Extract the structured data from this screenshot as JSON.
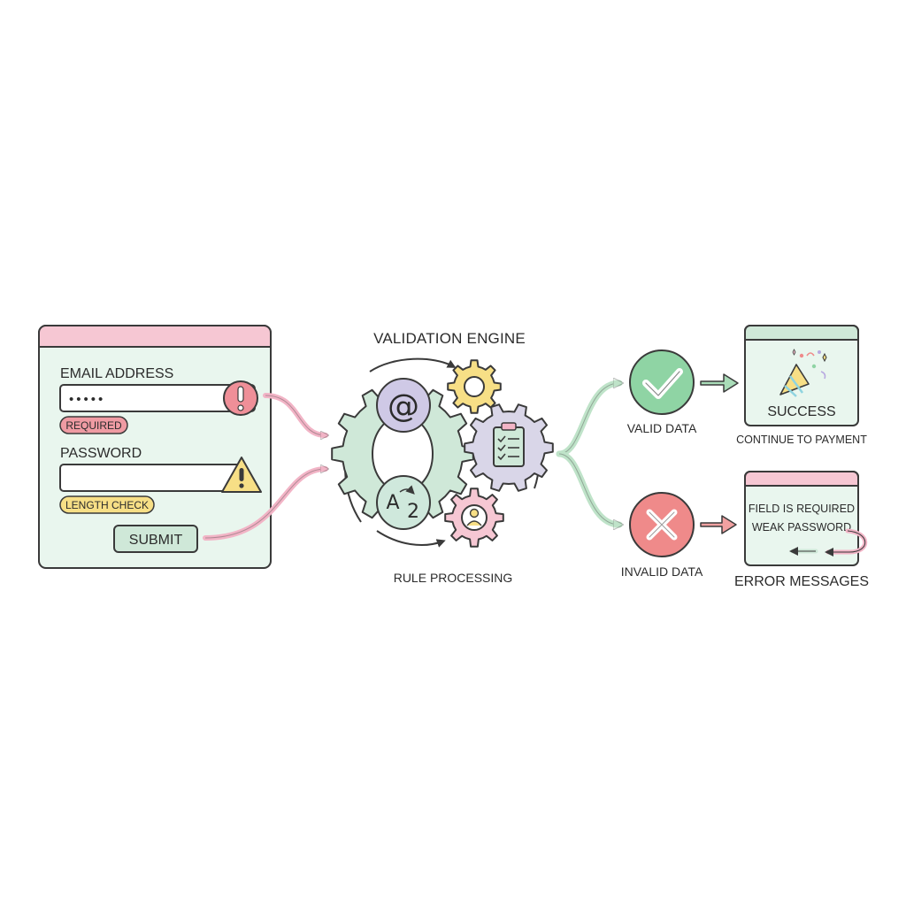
{
  "form": {
    "email_label": "EMAIL ADDRESS",
    "email_value": "•••••",
    "required_badge": "REQUIRED",
    "password_label": "PASSWORD",
    "password_value": "",
    "length_badge": "LENGTH CHECK",
    "submit_label": "SUBMIT"
  },
  "engine": {
    "title": "VALIDATION ENGINE",
    "subtitle": "RULE PROCESSING",
    "at_glyph": "@",
    "az_glyph_a": "A",
    "az_glyph_2": "2"
  },
  "outcomes": {
    "valid_label": "VALID DATA",
    "invalid_label": "INVALID DATA"
  },
  "success": {
    "title": "SUCCESS",
    "caption": "CONTINUE TO PAYMENT"
  },
  "errors": {
    "line1": "FIELD IS REQUIRED",
    "line2": "WEAK PASSWORD",
    "caption": "ERROR MESSAGES"
  },
  "icons": {
    "error": "exclamation-icon",
    "warning": "warning-triangle-icon",
    "valid": "checkmark-icon",
    "invalid": "x-icon",
    "celebrate": "party-popper-icon"
  },
  "colors": {
    "pink": "#f6c7d3",
    "pink_dark": "#e88aa2",
    "mint": "#e7f5ec",
    "mint_dark": "#9fd3b0",
    "green": "#8fd4a4",
    "red": "#ef8a8a",
    "yellow": "#f7df86",
    "lavender": "#d9d6e8",
    "stroke": "#3a3a3a"
  }
}
